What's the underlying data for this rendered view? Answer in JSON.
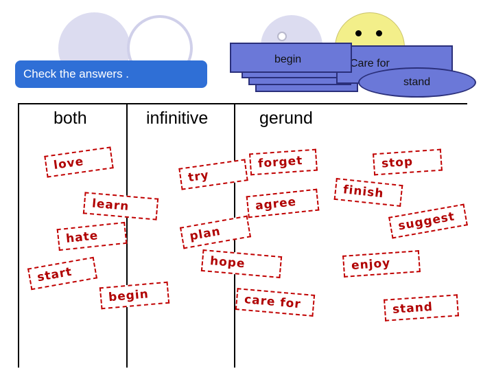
{
  "banner": {
    "text": "Check  the answers ."
  },
  "cards": {
    "begin": "begin",
    "care_for": "Care for",
    "stand": "stand"
  },
  "headers": {
    "both": "both",
    "infinitive": "infinitive",
    "gerund": "gerund"
  },
  "words": {
    "love": "love",
    "try": "try",
    "forget": "forget",
    "stop": "stop",
    "learn": "learn",
    "agree": "agree",
    "finish": "finish",
    "hate": "hate",
    "plan": "plan",
    "suggest": "suggest",
    "start": "start",
    "hope": "hope",
    "enjoy": "enjoy",
    "begin": "begin",
    "care_for": "care for",
    "stand": "stand"
  },
  "colors": {
    "banner": "#2f6fd6",
    "card": "#6b78d8",
    "word_text": "#b00000",
    "word_border": "#c00000"
  }
}
